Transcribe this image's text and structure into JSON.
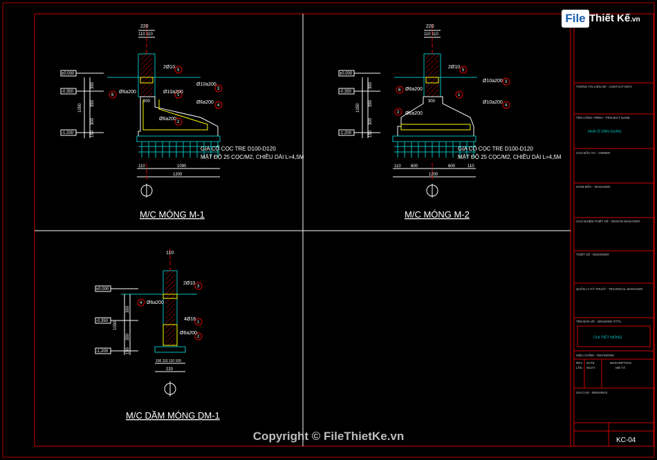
{
  "logo": {
    "part1": "File",
    "part2": "Thiết Kế",
    "suffix": ".vn"
  },
  "copyright": "Copyright © FileThietKe.vn",
  "drawings": {
    "m1": {
      "title": "M/C MÓNG M-1",
      "dim_top": "220",
      "dim_top_split": "110  110",
      "level_top": "±0.000",
      "level_mid": "-0.350",
      "level_bot": "-1.200",
      "dims_left": [
        "350",
        "1050",
        "350",
        "300",
        "150"
      ],
      "labels": [
        "2Ø10",
        "Ø6a200",
        "Ø10a200",
        "Ø10a200",
        "Ø6a200",
        "Ø6a200"
      ],
      "dim_300": "300",
      "note_line1": "GIA CỐ CỌC TRE D100-D120",
      "note_line2": "MẬT ĐỘ 25 CỌC/M2, CHIỀU DÀI L=4,5M",
      "dims_bottom": [
        "110",
        "1090",
        "1200"
      ],
      "markers": [
        "5",
        "6",
        "1",
        "2",
        "3",
        "4"
      ]
    },
    "m2": {
      "title": "M/C MÓNG M-2",
      "dim_top": "220",
      "dim_top_split": "110  110",
      "level_top": "±0.000",
      "level_mid": "-0.350",
      "level_bot": "-1.200",
      "dims_left": [
        "350",
        "1050",
        "350",
        "300",
        "150"
      ],
      "labels": [
        "2Ø10",
        "Ø6a200",
        "Ø10a200",
        "Ø10a200",
        "Ø6a200"
      ],
      "dim_300": "300",
      "note_line1": "GIA CỐ CỌC TRE D100-D120",
      "note_line2": "MẬT ĐỘ 25 CỌC/M2, CHIỀU DÀI L=4,5M",
      "dims_bottom": [
        "110",
        "600",
        "600",
        "110",
        "1200"
      ],
      "markers": [
        "5",
        "6",
        "1",
        "2",
        "3",
        "4"
      ]
    },
    "dm1": {
      "title": "M/C DẦM MÓNG DM-1",
      "dim_top": "110",
      "level_top": "±0.000",
      "level_mid": "-0.350",
      "level_bot": "-1.200",
      "dims_left": [
        "350",
        "1050",
        "350",
        "150"
      ],
      "labels": [
        "2Ø10",
        "Ø6a200",
        "4Ø16",
        "Ø6a200"
      ],
      "dims_bottom": [
        "100 110 110 100",
        "220"
      ],
      "markers": [
        "3",
        "4",
        "1",
        "2"
      ]
    }
  },
  "title_block": {
    "contact": "THÔNG TIN LIÊN HỆ - CONTACT INFO",
    "project_label": "TÊN CÔNG TRÌNH - PROJECT NAME",
    "project_name": "NHÀ Ở DÂN DỤNG",
    "owner": "CHỦ ĐẦU TƯ - OWNER",
    "manager": "GIÁM ĐỐC - MANAGER",
    "design_manager": "CHỦ NHIỆM THIẾT KẾ - DESIGN MANAGER",
    "designer": "THIẾT KẾ - DESIGNER",
    "technical": "QUẢN LÝ KỸ THUẬT - TECHNICAL MANAGER",
    "drawing_title_label": "TÊN BẢN VẼ - DRAWING TITTL",
    "drawing_title": "CHI TIẾT MÓNG",
    "revisions": "HIỆU CHỈNH - REVISIONS",
    "rev_headers": [
      "LẦN",
      "NGÀY",
      "MÔ TẢ"
    ],
    "rev_headers_top": [
      "REV",
      "DATE",
      "DESCRIPTION"
    ],
    "remarks": "GHI CHÚ - REMARKS",
    "sheet_no": "KC-04"
  }
}
